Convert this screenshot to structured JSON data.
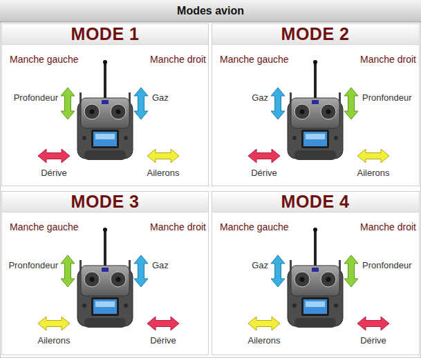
{
  "diagram": {
    "title": "Modes avion",
    "nodes": [
      {
        "text": [
          "MODE 1",
          "Manche gauche",
          "Manche droit",
          "Profondeur",
          "Gaz",
          "Dérive",
          "Ailerons"
        ]
      },
      {
        "text": [
          "MODE 2",
          "Manche gauche",
          "Manche droit",
          "Gaz",
          "Pronfondeur",
          "Dérive",
          "Ailerons"
        ]
      },
      {
        "text": [
          "MODE 3",
          "Manche gauche",
          "Manche droit",
          "Pronfondeur",
          "Gaz",
          "Ailerons",
          "Dérive"
        ]
      },
      {
        "text": [
          "MODE 4",
          "Manche gauche",
          "Manche droit",
          "Gaz",
          "Pronfondeur",
          "Ailerons",
          "Dérive"
        ]
      }
    ]
  }
}
